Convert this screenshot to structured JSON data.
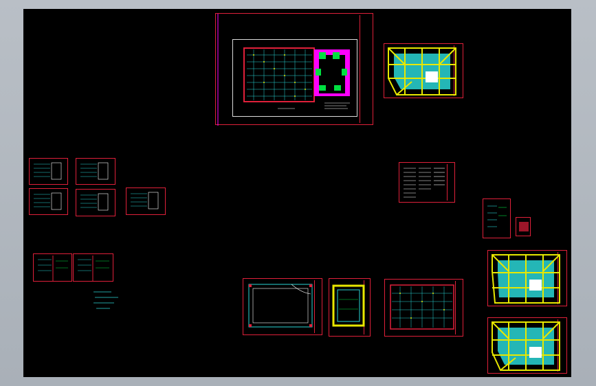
{
  "app": {
    "title": ""
  },
  "colors": {
    "frame": "#e0203a",
    "magenta": "#ff00ff",
    "green": "#00e040",
    "yellow": "#e8e800",
    "cyan": "#2ad6d6",
    "white": "#ffffff",
    "background": "#000000"
  },
  "drawing": {
    "sheets": [
      "main-site-plan",
      "foundation-plan-right-top",
      "detail-sheet-1",
      "detail-sheet-2",
      "detail-sheet-3",
      "detail-sheet-4",
      "detail-sheet-5",
      "detail-sheet-6",
      "detail-sheet-7",
      "notes-sheet",
      "small-sheet-a",
      "small-sheet-b",
      "plan-bottom-1",
      "plan-bottom-2",
      "plan-bottom-3",
      "foundation-plan-right-mid",
      "foundation-plan-right-bottom"
    ]
  }
}
